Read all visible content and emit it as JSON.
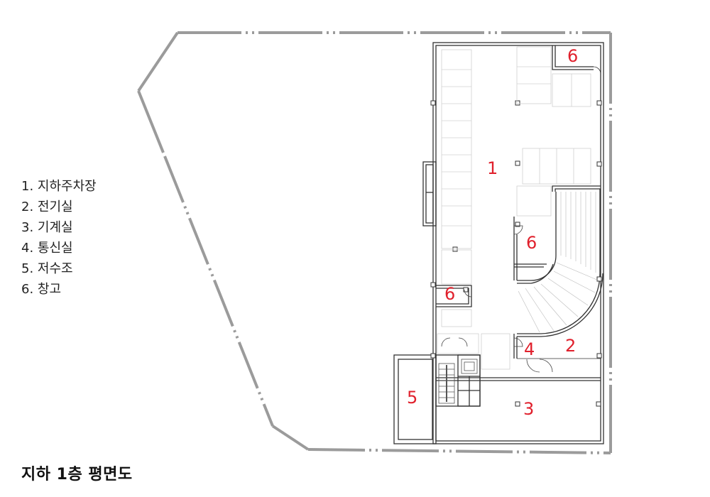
{
  "legend": [
    "1. 지하주차장",
    "2. 전기실",
    "3. 기계실",
    "4. 통신실",
    "5. 저수조",
    "6. 창고"
  ],
  "caption": "지하 1층 평면도",
  "room_numbers": {
    "parking": "1",
    "electrical": "2",
    "mechanical": "3",
    "telecom": "4",
    "water_tank": "5",
    "storage_top": "6",
    "storage_mid": "6",
    "storage_left": "6"
  },
  "colors": {
    "room_number": "#e0202c",
    "site_line": "#9b9b9b",
    "wall": "#333333",
    "faint_line": "#cccccc"
  }
}
